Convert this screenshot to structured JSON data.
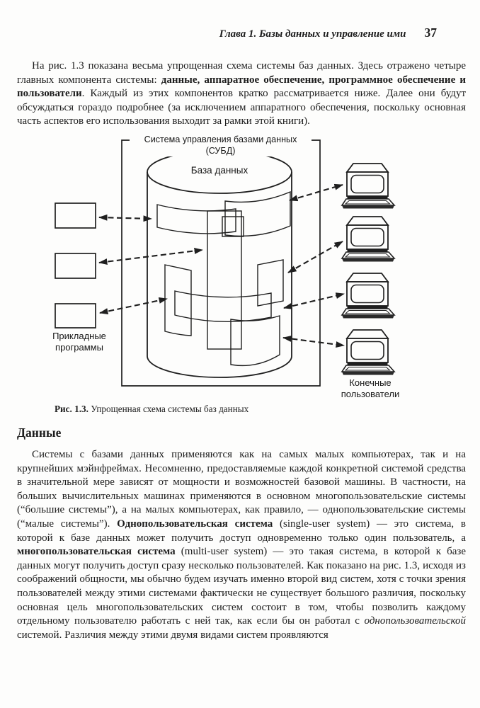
{
  "header": {
    "chapter": "Глава 1. Базы данных и управление ими",
    "page_number": "37"
  },
  "paragraph1": {
    "r1": "На рис. 1.3 показана весьма упрощенная схема системы баз данных. Здесь отражено четыре главных компонента системы: ",
    "r2_bold": "данные, аппаратное обеспечение, программное обеспечение и пользователи",
    "r3": ". Каждый из этих компонентов кратко рассматривается ниже. Далее они будут обсуждаться гораздо подробнее (за исключением аппаратного обеспечения, поскольку основная часть аспектов его использования выходит за рамки этой книги)."
  },
  "figure": {
    "dbms_label": "Система управления базами данных (СУБД)",
    "database_label": "База данных",
    "apps_label_line1": "Прикладные",
    "apps_label_line2": "программы",
    "users_label_line1": "Конечные",
    "users_label_line2": "пользователи",
    "caption_prefix": "Рис. 1.3.",
    "caption_rest": " Упрощенная схема системы баз данных"
  },
  "section": {
    "heading": "Данные"
  },
  "paragraph2": {
    "r1": "Системы с базами данных применяются как на самых малых компьютерах, так и на крупнейших мэйнфреймах. Несомненно, предоставляемые каждой конкретной системой средства в значительной мере зависят от мощности и возможностей базовой машины. В частности, на больших вычислительных машинах применяются в основном многопользовательские системы (“большие системы”), а на малых компьютерах, как правило, — однопользовательские системы (“малые системы”). ",
    "r2_bold": "Однопользовательская система",
    "r3": " (single-user system) — это система, в которой к базе данных может получить доступ одновременно только один пользователь, а ",
    "r4_bold": "многопользовательская система",
    "r5": " (multi-user system) — это такая система, в которой к базе данных могут получить доступ сразу несколько пользователей. Как показано на рис. 1.3, исходя из соображений общности, мы обычно будем изучать именно второй вид систем, хотя с точки зрения пользователей между этими системами фактически не существует большого различия, поскольку основная цель многопользовательских систем состоит в том, чтобы позволить каждому отдельному пользователю работать с ней так, как если бы он работал с ",
    "r6_italic": "однопользовательской",
    "r7": " системой. Различия между этими двумя видами систем проявляются"
  },
  "colors": {
    "ink": "#1f1f1f",
    "paper": "#fdfdfc"
  }
}
